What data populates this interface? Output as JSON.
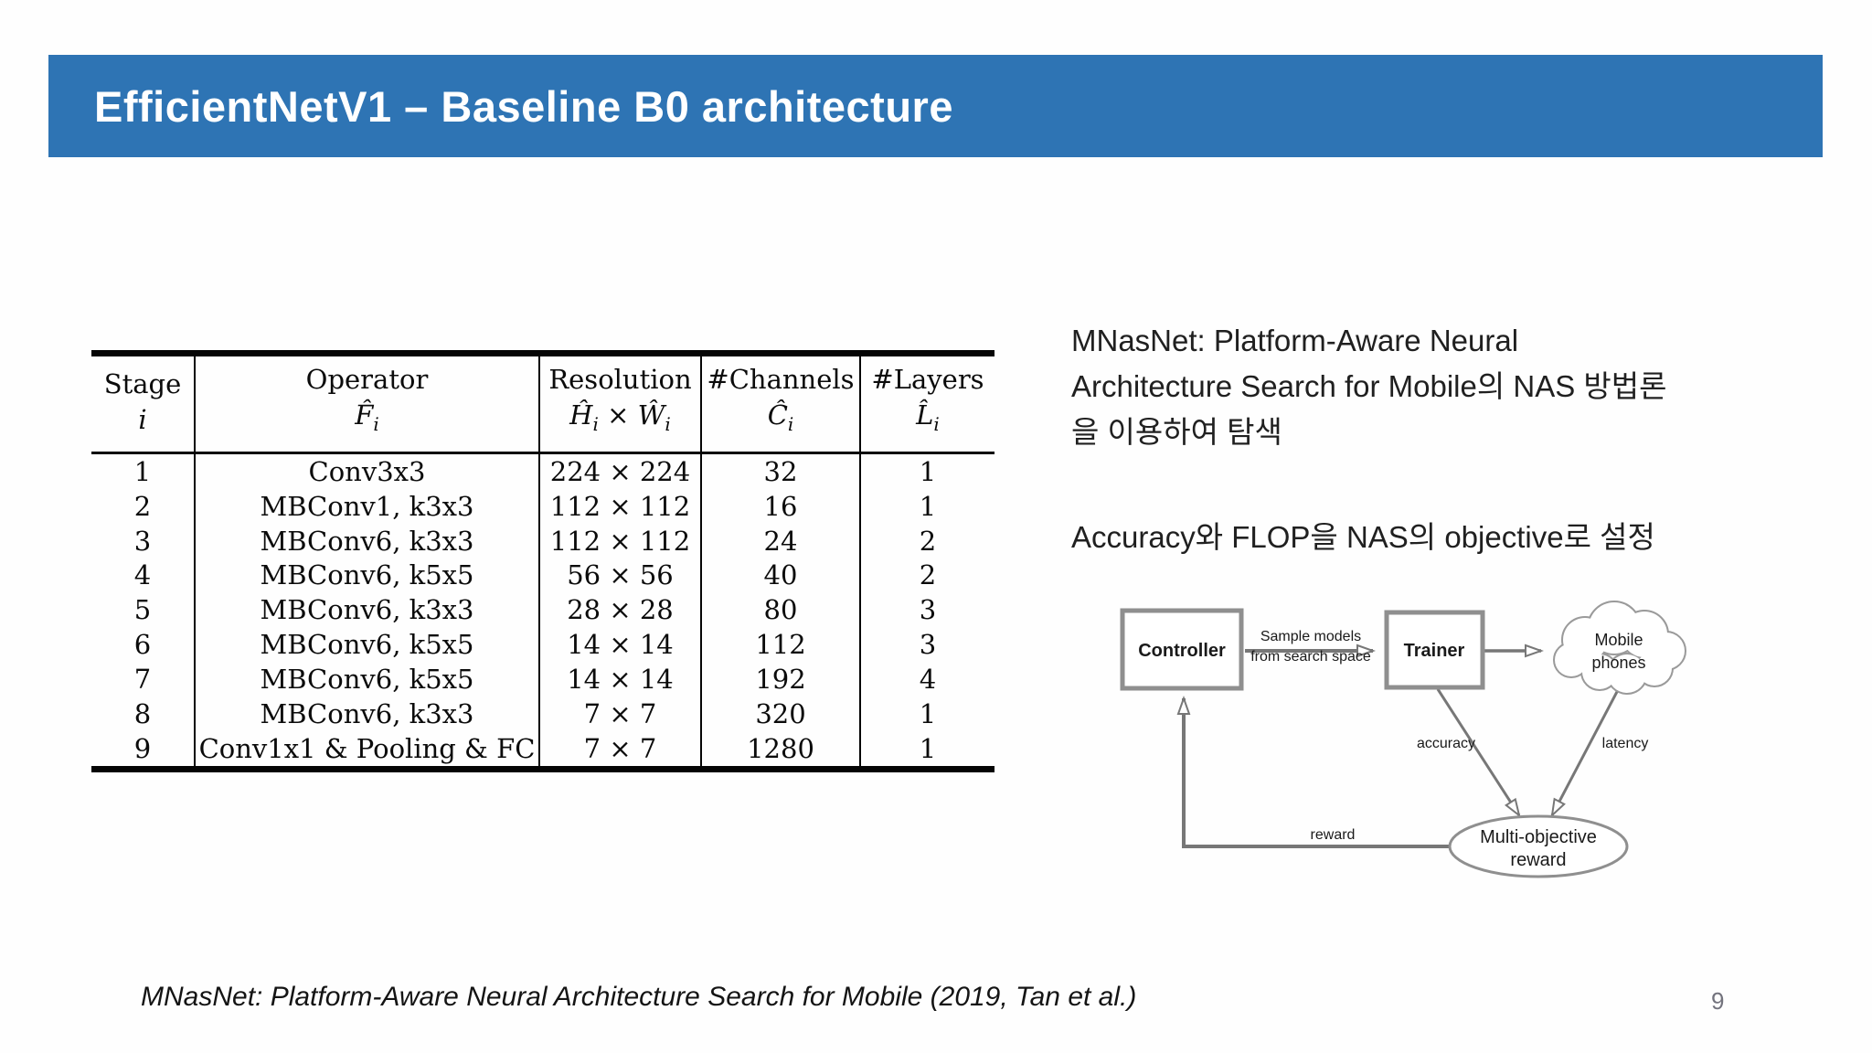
{
  "slide": {
    "title": "EfficientNetV1 – Baseline B0 architecture",
    "page_number": "9",
    "footer": "MNasNet: Platform-Aware Neural Architecture Search for Mobile (2019, Tan et al.)"
  },
  "notes": {
    "para1_line1": "MNasNet: Platform-Aware Neural",
    "para1_line2": "Architecture Search for Mobile의 NAS 방법론",
    "para1_line3": "을 이용하여 탐색",
    "para2": "Accuracy와 FLOP을 NAS의 objective로 설정"
  },
  "table": {
    "headers": [
      {
        "title": "Stage",
        "sym": "i",
        "sub": ""
      },
      {
        "title": "Operator",
        "sym": "F̂",
        "sub": "i"
      },
      {
        "title": "Resolution",
        "sym": "Ĥ",
        "sub": "i",
        "times": " × ",
        "sym2": "Ŵ",
        "sub2": "i"
      },
      {
        "title": "#Channels",
        "sym": "Ĉ",
        "sub": "i"
      },
      {
        "title": "#Layers",
        "sym": "L̂",
        "sub": "i"
      }
    ],
    "rows": [
      [
        "1",
        "Conv3x3",
        "224 × 224",
        "32",
        "1"
      ],
      [
        "2",
        "MBConv1, k3x3",
        "112 × 112",
        "16",
        "1"
      ],
      [
        "3",
        "MBConv6, k3x3",
        "112 × 112",
        "24",
        "2"
      ],
      [
        "4",
        "MBConv6, k5x5",
        "56 × 56",
        "40",
        "2"
      ],
      [
        "5",
        "MBConv6, k3x3",
        "28 × 28",
        "80",
        "3"
      ],
      [
        "6",
        "MBConv6, k5x5",
        "14 × 14",
        "112",
        "3"
      ],
      [
        "7",
        "MBConv6, k5x5",
        "14 × 14",
        "192",
        "4"
      ],
      [
        "8",
        "MBConv6, k3x3",
        "7 × 7",
        "320",
        "1"
      ],
      [
        "9",
        "Conv1x1 & Pooling & FC",
        "7 × 7",
        "1280",
        "1"
      ]
    ]
  },
  "diagram": {
    "controller": "Controller",
    "trainer": "Trainer",
    "cloud_line1": "Mobile",
    "cloud_line2": "phones",
    "edge_label_line1": "Sample models",
    "edge_label_line2": "from search space",
    "accuracy": "accuracy",
    "latency": "latency",
    "reward": "reward",
    "ellipse_line1": "Multi-objective",
    "ellipse_line2": "reward"
  },
  "colors": {
    "header_bar": "#2E74B4",
    "diagram_line": "#777777",
    "diagram_border": "#8f8f8f"
  }
}
